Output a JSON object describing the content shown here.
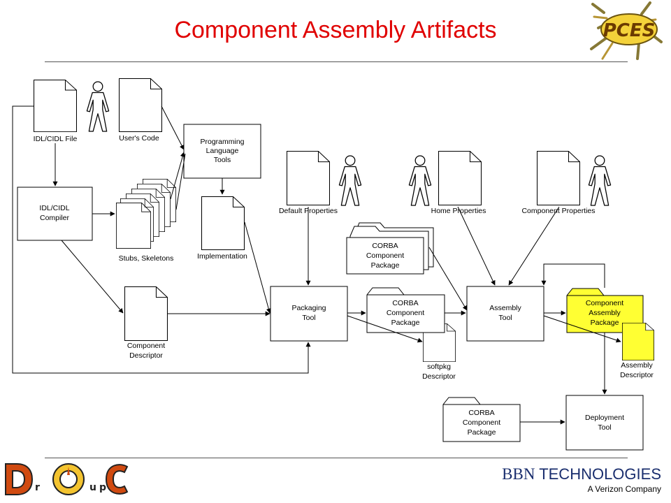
{
  "header": {
    "title": "Component Assembly Artifacts"
  },
  "colors": {
    "title": "#e00000",
    "highlight": "#ffff33",
    "bbn": "#1a2e6e"
  },
  "docs": {
    "idl_file": "IDL/CIDL File",
    "users_code": "User's Code",
    "stubs": "Stubs, Skeletons",
    "implementation": "Implementation",
    "default_props": "Default Properties",
    "home_props": "Home Properties",
    "component_props": "Component Properties",
    "component_desc": [
      "Component",
      "Descriptor"
    ],
    "softpkg_desc": [
      "softpkg",
      "Descriptor"
    ],
    "assembly_desc": [
      "Assembly",
      "Descriptor"
    ]
  },
  "boxes": {
    "compiler": [
      "IDL/CIDL",
      "Compiler"
    ],
    "pl_tools": [
      "Programming",
      "Language",
      "Tools"
    ],
    "packaging": [
      "Packaging",
      "Tool"
    ],
    "assembly": [
      "Assembly",
      "Tool"
    ],
    "deployment": [
      "Deployment",
      "Tool"
    ]
  },
  "packages": {
    "corba": [
      "CORBA",
      "Component",
      "Package"
    ],
    "assembly_pkg": [
      "Component",
      "Assembly",
      "Package"
    ]
  },
  "logos": {
    "pces": "PCES",
    "doc_letters": [
      "D",
      "r",
      "u",
      "p",
      "C"
    ],
    "bbn_name": "BBN",
    "bbn_tech": "TECHNOLOGIES",
    "bbn_tag": "A Verizon Company"
  }
}
